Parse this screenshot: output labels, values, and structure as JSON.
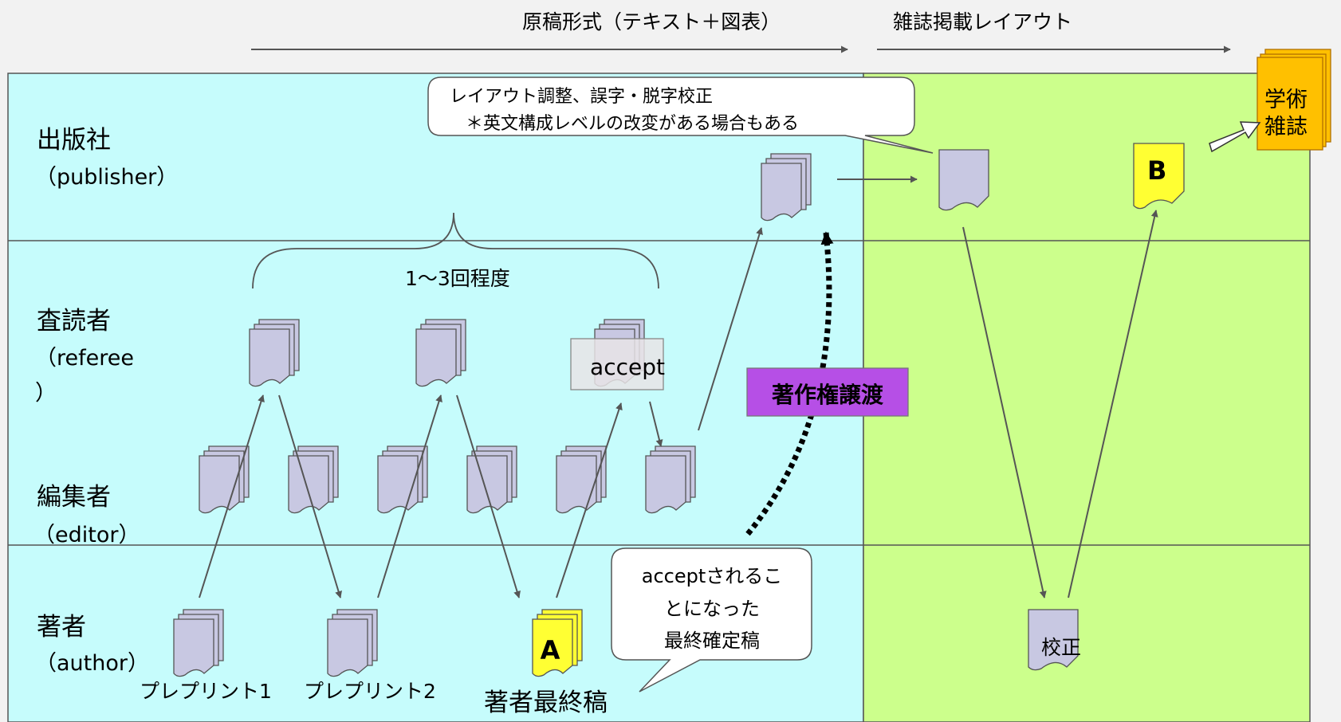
{
  "phases": {
    "manuscript": "原稿形式（テキスト＋図表）",
    "layout": "雑誌掲載レイアウト"
  },
  "roles": {
    "publisher": {
      "ja": "出版社",
      "en": "（publisher）"
    },
    "referee": {
      "ja": "査読者",
      "en": "（referee",
      "en2": "）"
    },
    "editor": {
      "ja": "編集者",
      "en": "（editor）"
    },
    "author": {
      "ja": "著者",
      "en": "（author）"
    }
  },
  "callouts": {
    "publisher_note_1": "レイアウト調整、誤字・脱字校正",
    "publisher_note_2": "＊英文構成レベルの改変がある場合もある",
    "accept_note": [
      "acceptされるこ",
      "とになった",
      "最終確定稿"
    ]
  },
  "labels": {
    "review_rounds": "1～3回程度",
    "accept": "accept",
    "copyright_transfer": "著作権譲渡",
    "preprint1": "プレプリント1",
    "preprint2": "プレプリント2",
    "author_final": "著者最終稿",
    "proof": "校正",
    "marker_a": "A",
    "marker_b": "B",
    "journal_1": "学術",
    "journal_2": "雑誌"
  },
  "colors": {
    "manuscript_zone": "#c6fcfc",
    "layout_zone": "#ccff8c",
    "document": "#c8c8e2",
    "highlight_doc": "#ffff33",
    "journal": "#ffc000",
    "copyright_label": "#b64fe6"
  }
}
